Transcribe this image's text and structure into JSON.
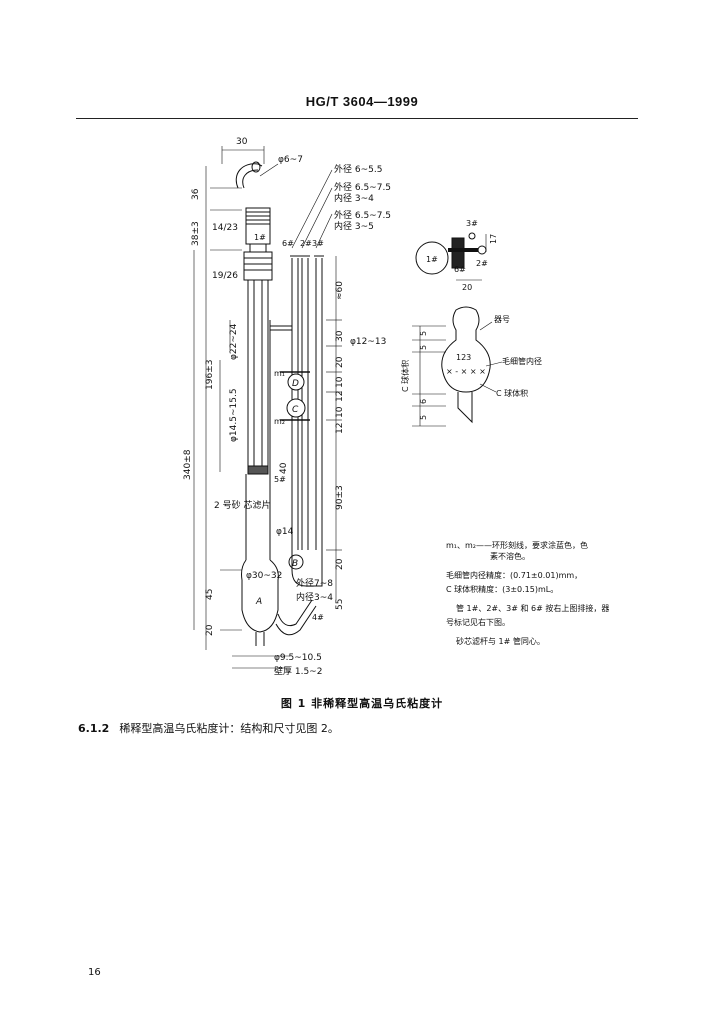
{
  "header": {
    "code": "HG/T 3604—1999"
  },
  "figure": {
    "dims_top": {
      "d30": "30",
      "d6_7": "φ6~7"
    },
    "dims_left": {
      "d36": "36",
      "d38": "38±3",
      "d14_23": "14/23",
      "d19_26": "19/26",
      "d196": "196±3",
      "d22_24": "φ22~24",
      "d14_5": "φ14.5~15.5",
      "d340": "340±8",
      "d45": "45",
      "d20": "20"
    },
    "tube_ids": {
      "t1": "1#",
      "t6": "6#",
      "t2": "2#",
      "t3": "3#",
      "t5": "5#",
      "t4": "4#"
    },
    "callouts": {
      "od_6_5_5": "外径 6~5.5",
      "od_6_5_7_5_a": "外径 6.5~7.5",
      "id_3_4_a": "内径 3~4",
      "od_6_5_7_5_b": "外径 6.5~7.5",
      "id_3_5": "内径 3~5",
      "d12_13": "φ12~13",
      "d14": "φ14",
      "d30_32": "φ30~32",
      "od_7_8": "外径7~8",
      "id_3_4_b": "内径3~4",
      "d9_5": "φ9.5~10.5",
      "wall": "壁厚 1.5~2",
      "frit": "2 号砂\n芯滤片"
    },
    "dims_right": {
      "d60": "≈60",
      "d30": "30",
      "d20": "20",
      "d10": "10",
      "d12a": "12",
      "d10b": "10",
      "d12b": "12",
      "d90": "90±3",
      "d20b": "20",
      "d55": "55",
      "d40": "40"
    },
    "bulb_labels": {
      "D": "D",
      "C": "C",
      "B": "B",
      "A": "A",
      "m1": "m₁",
      "m2": "m₂"
    },
    "top_view": {
      "t1": "1#",
      "t2": "2#",
      "t3": "3#",
      "t6": "6#",
      "d17": "17",
      "d20": "20"
    },
    "detail": {
      "serial": "器号",
      "capillary": "毛细管内径",
      "bulb_vol": "C 球体积",
      "c_vol_axis": "C 球体积",
      "num": "123",
      "marks": "× - × × ×",
      "d5a": "5",
      "d5b": "5",
      "d6": "6",
      "d5c": "5"
    }
  },
  "notes": [
    "m₁、m₂——环形刻线，要求涂蓝色，色",
    "素不溶色。",
    "毛细管内径精度：(0.71±0.01)mm，",
    "C 球体积精度：(3±0.15)mL。",
    "管 1#、2#、3# 和 6# 按右上图排接，器",
    "号标记见右下图。",
    "砂芯滤杆与 1# 管同心。"
  ],
  "caption": "图 1   非稀释型高温乌氏粘度计",
  "section": {
    "number": "6.1.2",
    "text": "稀释型高温乌氏粘度计：结构和尺寸见图 2。"
  },
  "page_number": "16"
}
